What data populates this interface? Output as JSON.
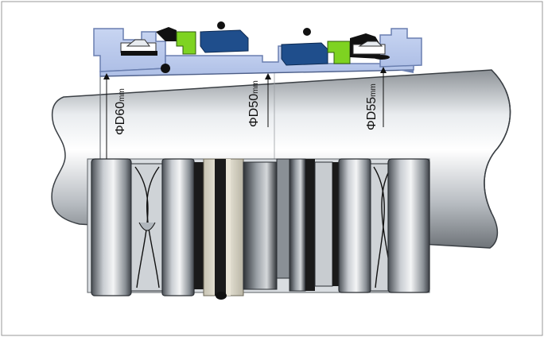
{
  "dimensions": [
    {
      "symbol": "Φ",
      "main": "D60",
      "unit": "mm"
    },
    {
      "symbol": "Φ",
      "main": "D50",
      "unit": "mm"
    },
    {
      "symbol": "Φ",
      "main": "D55",
      "unit": "mm"
    }
  ],
  "colors": {
    "housing": "#b9c9ec",
    "housing_outline": "#6a7fb0",
    "spring_blue": "#1f4e8c",
    "seat_green": "#7ed321",
    "oring_black": "#111111",
    "shaft_light": "#f2f4f6",
    "shaft_dark": "#6f7479"
  }
}
